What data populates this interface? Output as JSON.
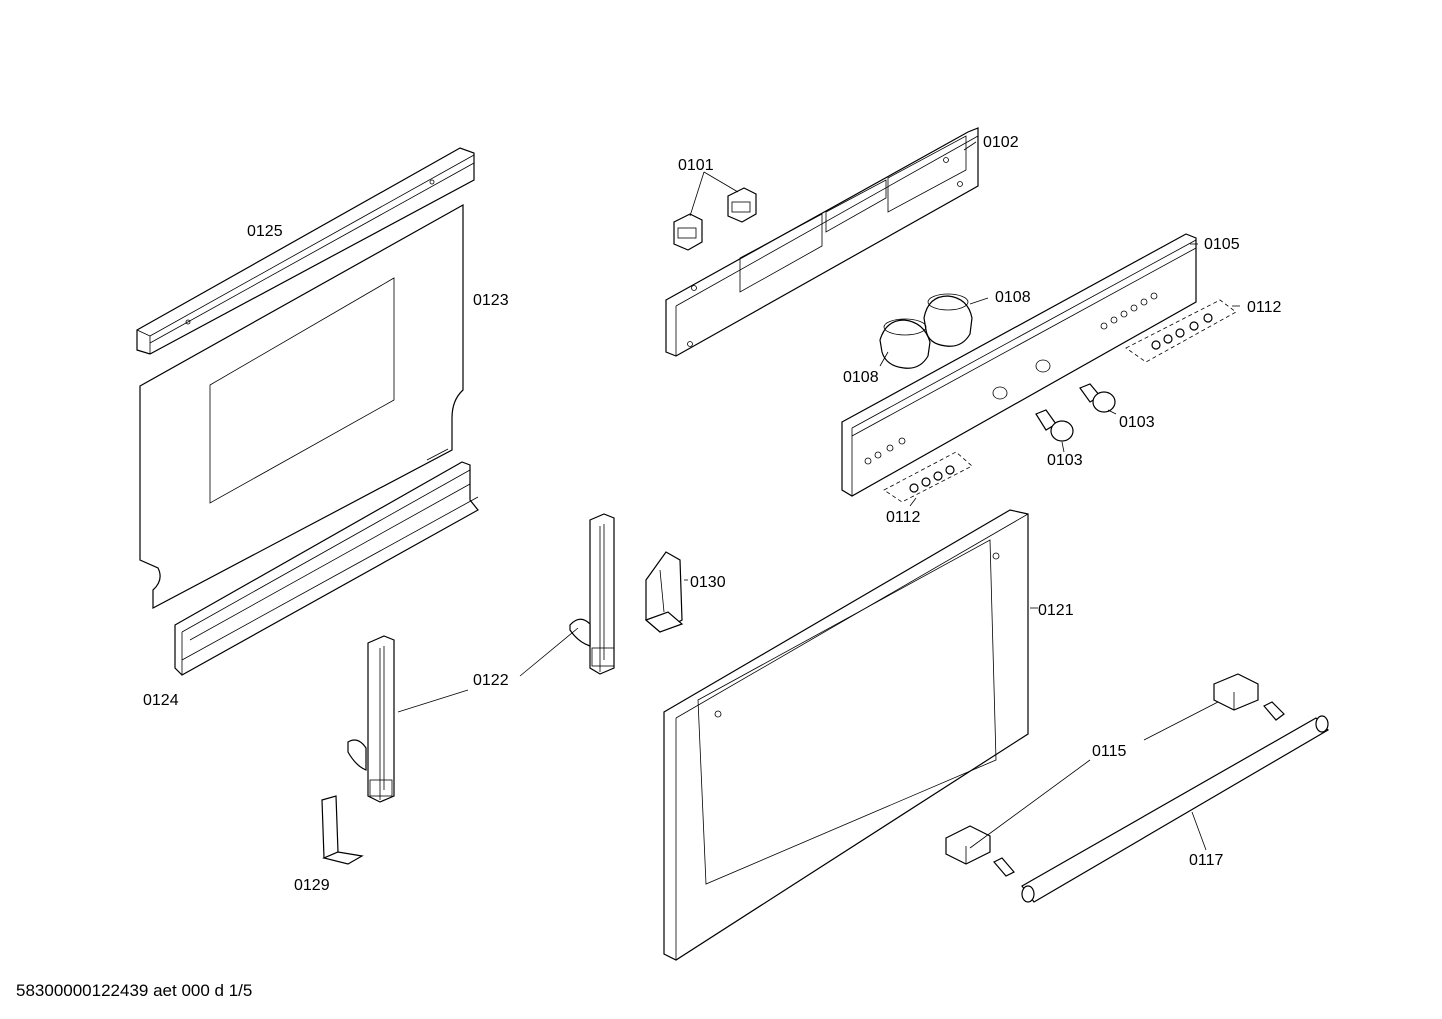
{
  "labels": {
    "p0101": "0101",
    "p0102": "0102",
    "p0103a": "0103",
    "p0103b": "0103",
    "p0105": "0105",
    "p0108a": "0108",
    "p0108b": "0108",
    "p0112a": "0112",
    "p0112b": "0112",
    "p0115": "0115",
    "p0117": "0117",
    "p0121": "0121",
    "p0122": "0122",
    "p0123": "0123",
    "p0124": "0124",
    "p0125": "0125",
    "p0129": "0129",
    "p0130": "0130"
  },
  "footer": {
    "document_id": "58300000122439 aet 000 d 1/5"
  }
}
